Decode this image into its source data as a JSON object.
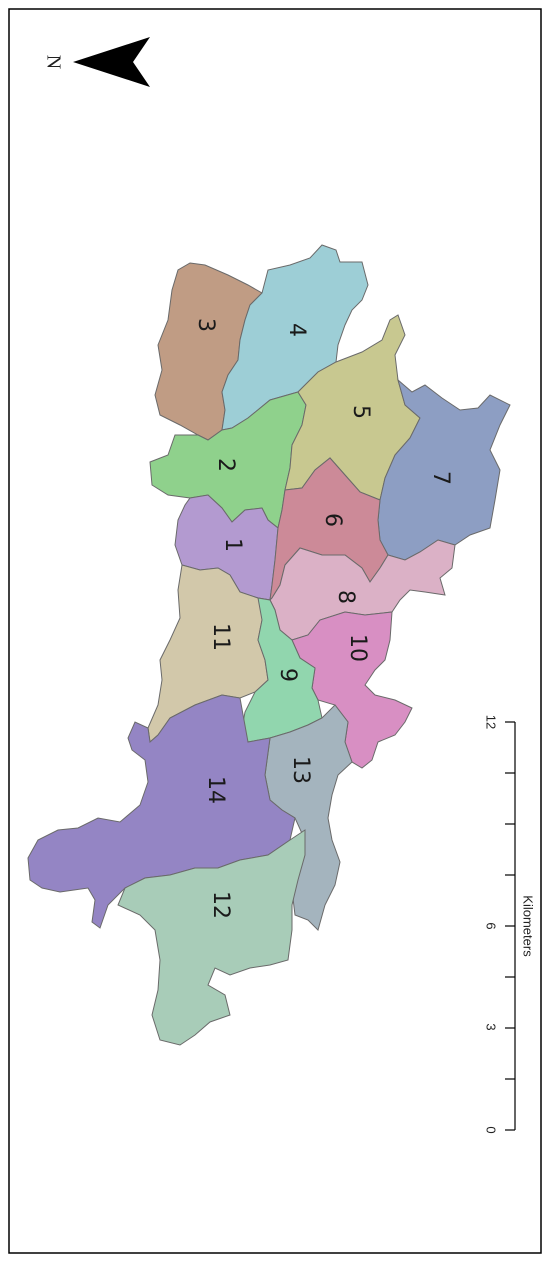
{
  "north_arrow": {
    "label": "N",
    "icon": "north-arrow-icon"
  },
  "scale_bar": {
    "title": "Kilometers",
    "ticks": [
      "0",
      "3",
      "6",
      "12"
    ]
  },
  "zones": [
    {
      "id": "1",
      "color": "#B39AD0"
    },
    {
      "id": "2",
      "color": "#8FD18C"
    },
    {
      "id": "3",
      "color": "#C09C84"
    },
    {
      "id": "4",
      "color": "#9DCED6"
    },
    {
      "id": "5",
      "color": "#C8C890"
    },
    {
      "id": "6",
      "color": "#CC8A98"
    },
    {
      "id": "7",
      "color": "#8D9EC3"
    },
    {
      "id": "8",
      "color": "#DBB1C6"
    },
    {
      "id": "9",
      "color": "#91D6AE"
    },
    {
      "id": "10",
      "color": "#D88FC3"
    },
    {
      "id": "11",
      "color": "#D2C8AA"
    },
    {
      "id": "12",
      "color": "#A8CCB8"
    },
    {
      "id": "13",
      "color": "#A4B4BE"
    },
    {
      "id": "14",
      "color": "#9485C4"
    }
  ]
}
